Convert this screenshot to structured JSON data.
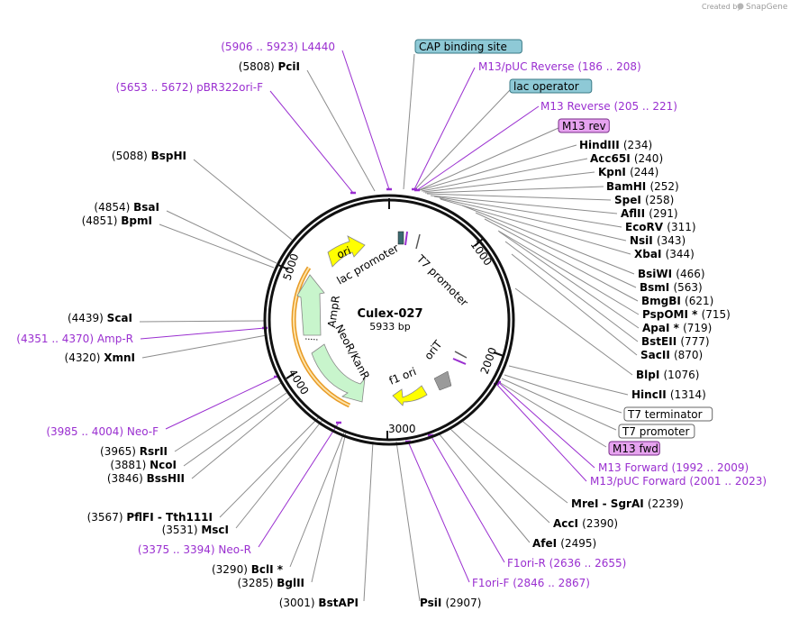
{
  "credit": {
    "created_by": "Created by",
    "brand": "SnapGene"
  },
  "plasmid": {
    "name": "Culex-027",
    "size": "5933 bp"
  },
  "ticks": [
    "1000",
    "2000",
    "3000",
    "4000",
    "5000"
  ],
  "inner_features": [
    "ori",
    "lac promoter",
    "T7 promoter",
    "AmpR",
    "NeoR/KanR",
    "f1 ori",
    "oriT"
  ],
  "labels": [
    {
      "pos": "(5906 .. 5923)",
      "name": "L4440",
      "kind": "primer"
    },
    {
      "pos": "(5808)",
      "name": "PciI",
      "kind": "site"
    },
    {
      "pos": "(5653 .. 5672)",
      "name": "pBR322ori-F",
      "kind": "primer"
    },
    {
      "pos": "(5088)",
      "name": "BspHI",
      "kind": "site"
    },
    {
      "pos": "(4854)",
      "name": "BsaI",
      "kind": "site"
    },
    {
      "pos": "(4851)",
      "name": "BpmI",
      "kind": "site"
    },
    {
      "pos": "(4439)",
      "name": "ScaI",
      "kind": "site"
    },
    {
      "pos": "(4351 .. 4370)",
      "name": "Amp-R",
      "kind": "primer"
    },
    {
      "pos": "(4320)",
      "name": "XmnI",
      "kind": "site"
    },
    {
      "pos": "(3985 .. 4004)",
      "name": "Neo-F",
      "kind": "primer"
    },
    {
      "pos": "(3965)",
      "name": "RsrII",
      "kind": "site"
    },
    {
      "pos": "(3881)",
      "name": "NcoI",
      "kind": "site"
    },
    {
      "pos": "(3846)",
      "name": "BssHII",
      "kind": "site"
    },
    {
      "pos": "(3567)",
      "name": "PflFI - Tth111I",
      "kind": "site"
    },
    {
      "pos": "(3531)",
      "name": "MscI",
      "kind": "site"
    },
    {
      "pos": "(3375 .. 3394)",
      "name": "Neo-R",
      "kind": "primer"
    },
    {
      "pos": "(3290)",
      "name": "BclI *",
      "kind": "site"
    },
    {
      "pos": "(3285)",
      "name": "BglII",
      "kind": "site"
    },
    {
      "pos": "(3001)",
      "name": "BstAPI",
      "kind": "site"
    },
    {
      "pos": "(2907)",
      "name": "PsiI",
      "kind": "site"
    },
    {
      "pos": "",
      "name": "CAP binding site",
      "kind": "box-teal"
    },
    {
      "pos": "(186 .. 208)",
      "name": "M13/pUC Reverse",
      "kind": "primer"
    },
    {
      "pos": "",
      "name": "lac operator",
      "kind": "box-teal"
    },
    {
      "pos": "(205 .. 221)",
      "name": "M13 Reverse",
      "kind": "primer"
    },
    {
      "pos": "",
      "name": "M13 rev",
      "kind": "box-pink"
    },
    {
      "pos": "(234)",
      "name": "HindIII",
      "kind": "site"
    },
    {
      "pos": "(240)",
      "name": "Acc65I",
      "kind": "site"
    },
    {
      "pos": "(244)",
      "name": "KpnI",
      "kind": "site"
    },
    {
      "pos": "(252)",
      "name": "BamHI",
      "kind": "site"
    },
    {
      "pos": "(258)",
      "name": "SpeI",
      "kind": "site"
    },
    {
      "pos": "(291)",
      "name": "AflII",
      "kind": "site"
    },
    {
      "pos": "(311)",
      "name": "EcoRV",
      "kind": "site"
    },
    {
      "pos": "(343)",
      "name": "NsiI",
      "kind": "site"
    },
    {
      "pos": "(344)",
      "name": "XbaI",
      "kind": "site"
    },
    {
      "pos": "(466)",
      "name": "BsiWI",
      "kind": "site"
    },
    {
      "pos": "(563)",
      "name": "BsmI",
      "kind": "site"
    },
    {
      "pos": "(621)",
      "name": "BmgBI",
      "kind": "site"
    },
    {
      "pos": "(715)",
      "name": "PspOMI *",
      "kind": "site"
    },
    {
      "pos": "(719)",
      "name": "ApaI *",
      "kind": "site"
    },
    {
      "pos": "(777)",
      "name": "BstEII",
      "kind": "site"
    },
    {
      "pos": "(870)",
      "name": "SacII",
      "kind": "site"
    },
    {
      "pos": "(1076)",
      "name": "BlpI",
      "kind": "site"
    },
    {
      "pos": "(1314)",
      "name": "HincII",
      "kind": "site"
    },
    {
      "pos": "",
      "name": "T7 terminator",
      "kind": "box-white"
    },
    {
      "pos": "",
      "name": "T7 promoter",
      "kind": "box-white"
    },
    {
      "pos": "",
      "name": "M13 fwd",
      "kind": "box-pink"
    },
    {
      "pos": "(1992 .. 2009)",
      "name": "M13 Forward",
      "kind": "primer"
    },
    {
      "pos": "(2001 .. 2023)",
      "name": "M13/pUC Forward",
      "kind": "primer"
    },
    {
      "pos": "(2239)",
      "name": "MreI - SgrAI",
      "kind": "site"
    },
    {
      "pos": "(2390)",
      "name": "AccI",
      "kind": "site"
    },
    {
      "pos": "(2495)",
      "name": "AfeI",
      "kind": "site"
    },
    {
      "pos": "(2636 .. 2655)",
      "name": "F1ori-R",
      "kind": "primer"
    },
    {
      "pos": "(2846 .. 2867)",
      "name": "F1ori-F",
      "kind": "primer"
    }
  ],
  "colors": {
    "primer": "#9a2fd0",
    "site": "#000000",
    "teal_box": "#8ec9d6",
    "pink_box": "#e6a3ef",
    "ori": "#ffff00",
    "resistance": "#c8f5cc",
    "ampr_band": "#f0a020"
  }
}
